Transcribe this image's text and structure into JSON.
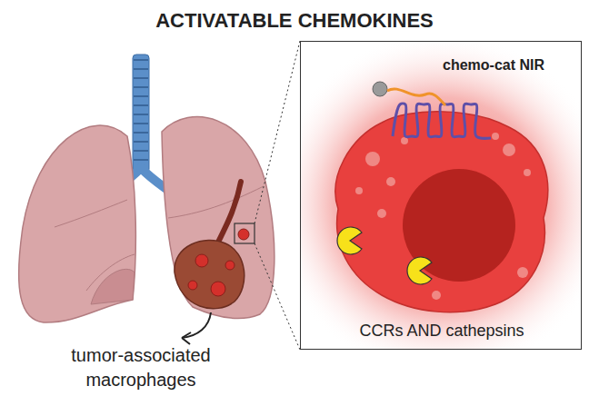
{
  "diagram": {
    "title": "ACTIVATABLE CHEMOKINES",
    "nodes": [
      {
        "text": [
          "chemo-cat NIR",
          "CCRs AND cathepsins"
        ]
      }
    ],
    "edges": [],
    "labels": [
      "tumor-associated macrophages"
    ]
  }
}
